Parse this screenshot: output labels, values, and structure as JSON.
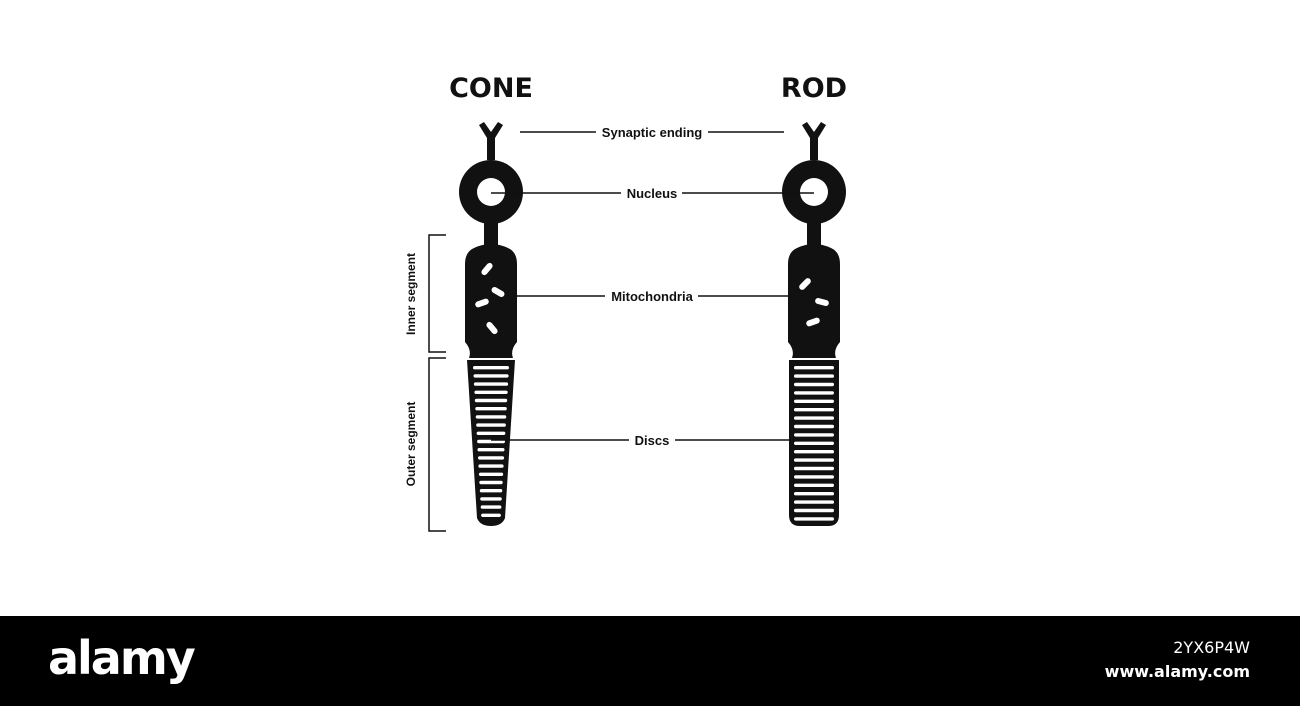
{
  "titles": {
    "cone": "CONE",
    "rod": "ROD"
  },
  "labels": {
    "synaptic_ending": "Synaptic ending",
    "nucleus": "Nucleus",
    "mitochondria": "Mitochondria",
    "discs": "Discs"
  },
  "brackets": {
    "inner": "Inner segment",
    "outer": "Outer segment"
  },
  "footer": {
    "logo": "alamy",
    "image_id": "2YX6P4W",
    "url": "www.alamy.com"
  },
  "colors": {
    "cell": "#111111",
    "background": "#ffffff",
    "footer": "#000000"
  }
}
